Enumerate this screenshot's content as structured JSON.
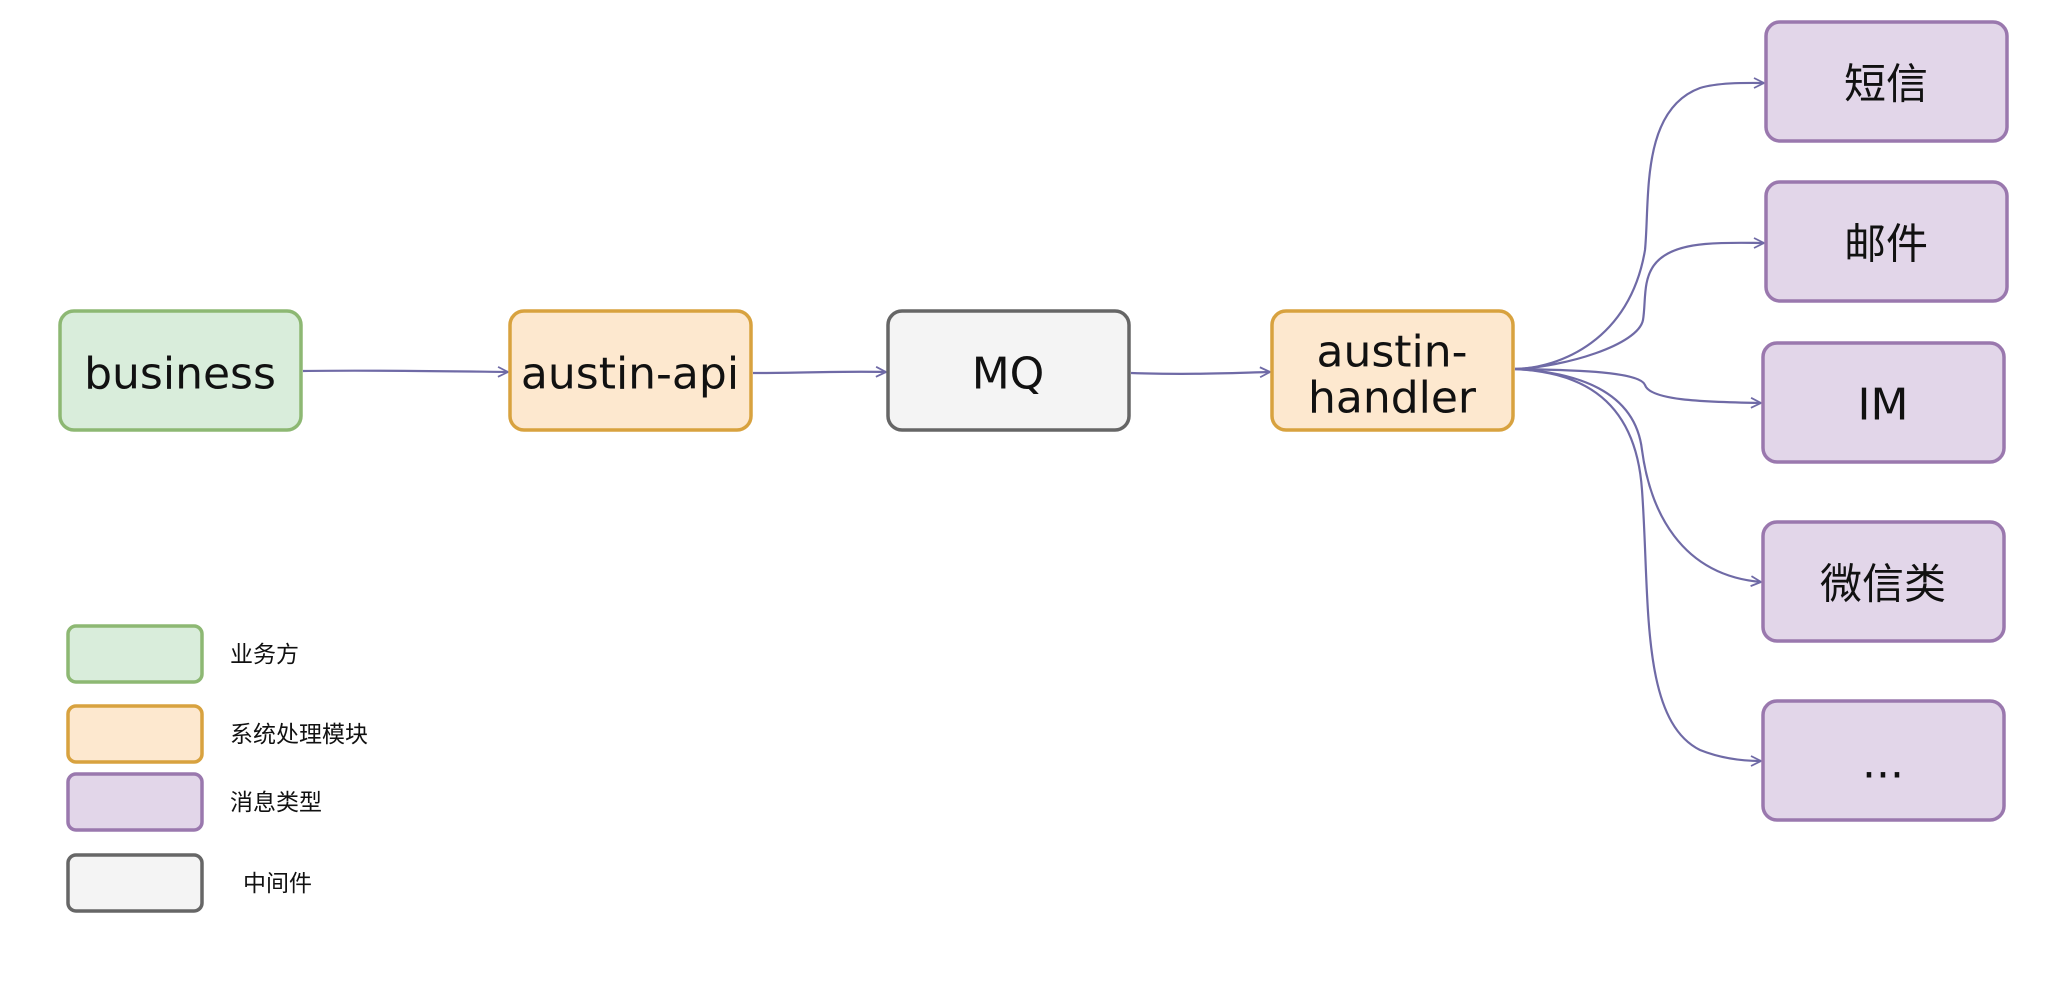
{
  "colors": {
    "green_fill": "#d9eddb",
    "green_stroke": "#8db873",
    "orange_fill": "#fde8cf",
    "orange_stroke": "#d8a23f",
    "purple_fill": "#e2d6e9",
    "purple_stroke": "#9a78ae",
    "gray_fill": "#f4f4f4",
    "gray_stroke": "#666666",
    "edge": "#6f6aa6"
  },
  "nodes": {
    "business": "business",
    "austin_api": "austin-api",
    "mq": "MQ",
    "austin_handler_line1": "austin-",
    "austin_handler_line2": "handler",
    "sms": "短信",
    "email": "邮件",
    "im": "IM",
    "wechat": "微信类",
    "more": "..."
  },
  "legend": {
    "business_side": "业务方",
    "system_module": "系统处理模块",
    "message_type": "消息类型",
    "middleware": "中间件"
  }
}
